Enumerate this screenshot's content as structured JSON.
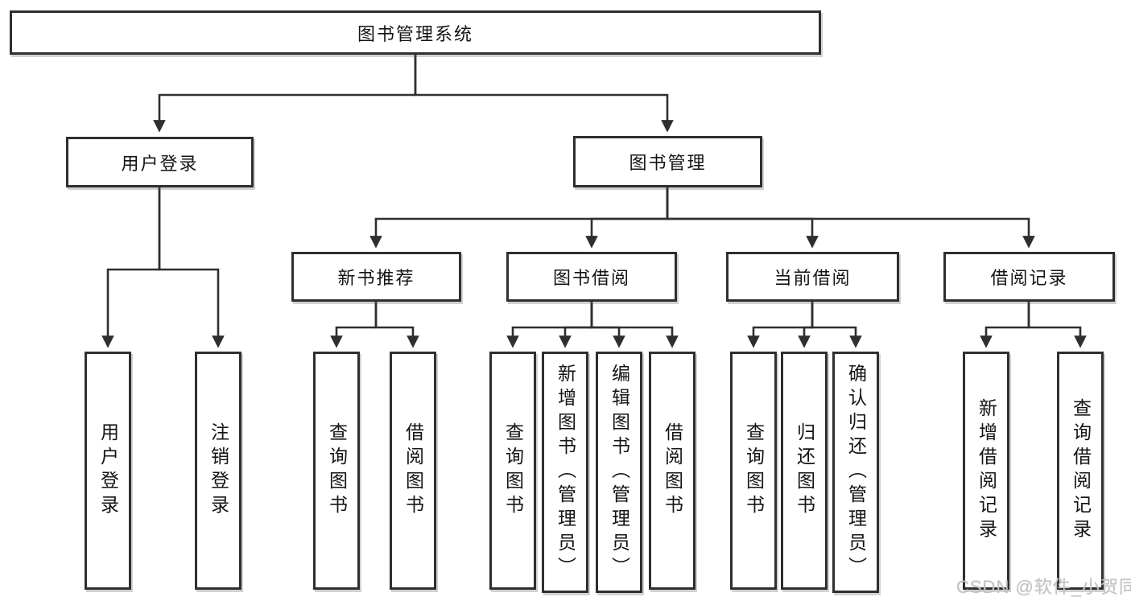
{
  "diagram": {
    "type": "hierarchy-structure-chart",
    "root": {
      "label": "图书管理系统"
    },
    "level2": {
      "user_login": {
        "label": "用户登录"
      },
      "book_mgmt": {
        "label": "图书管理"
      }
    },
    "level3": {
      "new_book_rec": {
        "label": "新书推荐",
        "parent": "图书管理"
      },
      "book_borrow": {
        "label": "图书借阅",
        "parent": "图书管理"
      },
      "current_borrow": {
        "label": "当前借阅",
        "parent": "图书管理"
      },
      "borrow_record": {
        "label": "借阅记录",
        "parent": "图书管理"
      }
    },
    "leaves": {
      "login_user": {
        "label": "用户登录",
        "parent": "用户登录"
      },
      "login_logout": {
        "label": "注销登录",
        "parent": "用户登录"
      },
      "rec_query": {
        "label": "查询图书",
        "parent": "新书推荐"
      },
      "rec_borrow": {
        "label": "借阅图书",
        "parent": "新书推荐"
      },
      "bb_query": {
        "label": "查询图书",
        "parent": "图书借阅"
      },
      "bb_add": {
        "label": "新增图书（管理员）",
        "parent": "图书借阅"
      },
      "bb_edit": {
        "label": "编辑图书（管理员）",
        "parent": "图书借阅"
      },
      "bb_borrow": {
        "label": "借阅图书",
        "parent": "图书借阅"
      },
      "cb_query": {
        "label": "查询图书",
        "parent": "当前借阅"
      },
      "cb_return": {
        "label": "归还图书",
        "parent": "当前借阅"
      },
      "cb_confirm": {
        "label": "确认归还（管理员）",
        "parent": "当前借阅"
      },
      "br_add": {
        "label": "新增借阅记录",
        "parent": "借阅记录"
      },
      "br_query": {
        "label": "查询借阅记录",
        "parent": "借阅记录"
      }
    }
  },
  "watermark": {
    "text": "CSDN @软件_小贺同学"
  },
  "colors": {
    "line": "#2f2f2f",
    "box_border": "#2f2f2f",
    "box_fill": "#ffffff",
    "text": "#141414",
    "watermark": "#c3c3c3"
  }
}
